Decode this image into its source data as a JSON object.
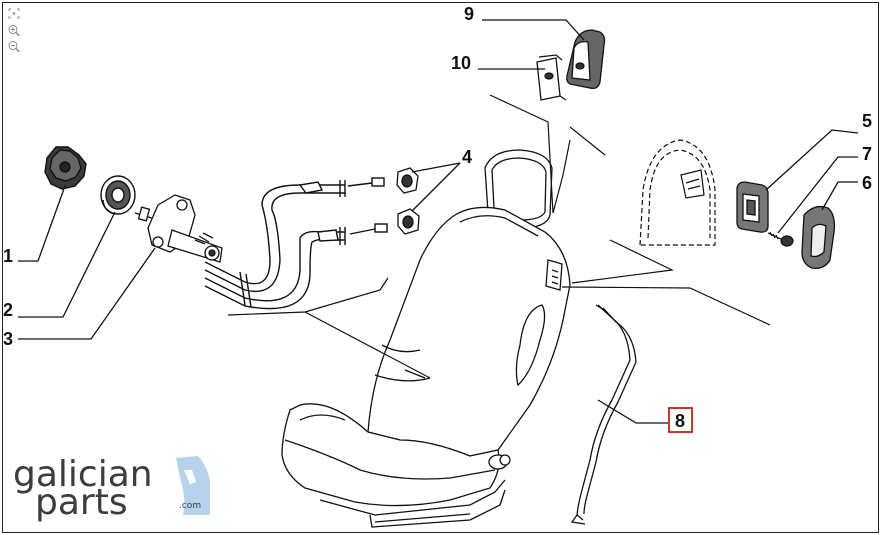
{
  "diagram": {
    "callouts": [
      {
        "id": "1",
        "label": "1"
      },
      {
        "id": "2",
        "label": "2"
      },
      {
        "id": "3",
        "label": "3"
      },
      {
        "id": "4",
        "label": "4"
      },
      {
        "id": "5",
        "label": "5"
      },
      {
        "id": "6",
        "label": "6"
      },
      {
        "id": "7",
        "label": "7"
      },
      {
        "id": "8",
        "label": "8"
      },
      {
        "id": "9",
        "label": "9"
      },
      {
        "id": "10",
        "label": "10"
      }
    ],
    "highlighted_callout": "8",
    "highlight_color": "#c0392b"
  },
  "toolbar": {
    "fit_icon": "fit-to-screen-icon",
    "zoom_in_icon": "zoom-in-icon",
    "zoom_out_icon": "zoom-out-icon"
  },
  "logo": {
    "line1": "galician",
    "line2": "parts",
    "domain": ".com",
    "accent_color": "#b7d3ec"
  }
}
